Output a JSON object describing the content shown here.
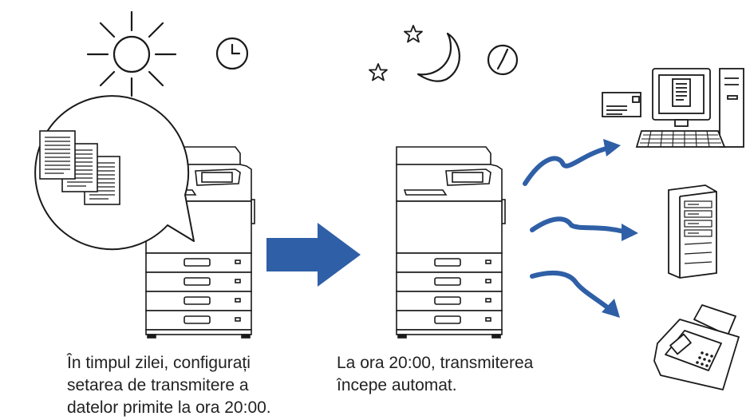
{
  "captions": {
    "day": {
      "line1": "În timpul zilei, configurați",
      "line2": "setarea de transmitere a",
      "line3": "datelor primite la ora 20:00."
    },
    "night": {
      "line1": "La ora 20:00, transmiterea",
      "line2": "începe automat."
    }
  },
  "icons": {
    "day": [
      "sun-icon",
      "clock-icon"
    ],
    "night": [
      "star-icon",
      "star-icon",
      "moon-icon",
      "clock-icon"
    ],
    "destinations": [
      "computer-icon",
      "server-icon",
      "fax-icon"
    ]
  },
  "colors": {
    "arrow": "#2f5fa6",
    "line": "#1a1a1a"
  }
}
